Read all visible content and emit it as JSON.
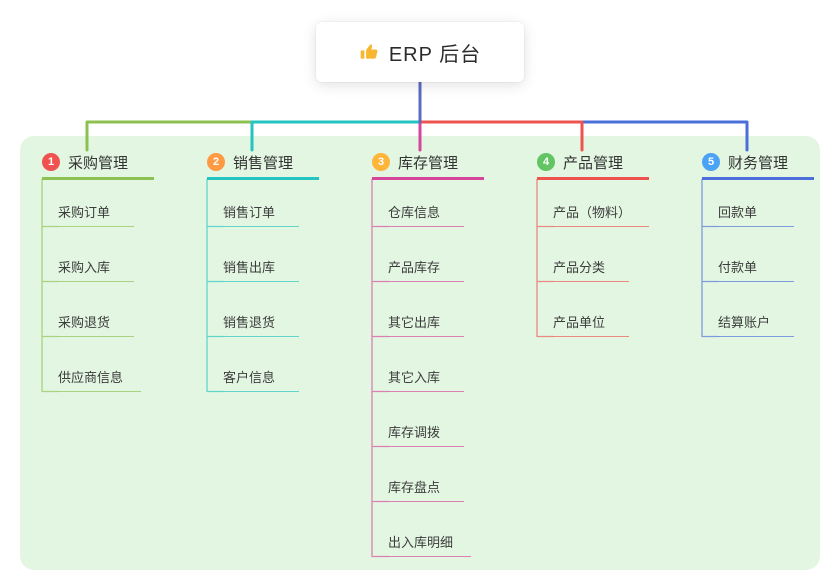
{
  "root": {
    "title": "ERP 后台",
    "icon": "thumbs-up",
    "stem_color": "#5c6bc0"
  },
  "panel": {
    "color": "#e3f6e2"
  },
  "branches": [
    {
      "number": "1",
      "label": "采购管理",
      "badge_color": "#ef5350",
      "color": "#8cc152",
      "item_line": "#8cc152aa",
      "items": [
        "采购订单",
        "采购入库",
        "采购退货",
        "供应商信息"
      ]
    },
    {
      "number": "2",
      "label": "销售管理",
      "badge_color": "#ff9a44",
      "color": "#24c4c0",
      "item_line": "#24c4c0aa",
      "items": [
        "销售订单",
        "销售出库",
        "销售退货",
        "客户信息"
      ]
    },
    {
      "number": "3",
      "label": "库存管理",
      "badge_color": "#ffb43a",
      "color": "#d6459c",
      "item_line": "#d6459caa",
      "items": [
        "仓库信息",
        "产品库存",
        "其它出库",
        "其它入库",
        "库存调拨",
        "库存盘点",
        "出入库明细"
      ]
    },
    {
      "number": "4",
      "label": "产品管理",
      "badge_color": "#62c462",
      "color": "#ef5350",
      "item_line": "#ef5350aa",
      "items": [
        "产品（物料）",
        "产品分类",
        "产品单位"
      ]
    },
    {
      "number": "5",
      "label": "财务管理",
      "badge_color": "#4ba3f5",
      "color": "#4a6fdb",
      "item_line": "#4a6fdbaa",
      "items": [
        "回款单",
        "付款单",
        "结算账户"
      ]
    }
  ]
}
